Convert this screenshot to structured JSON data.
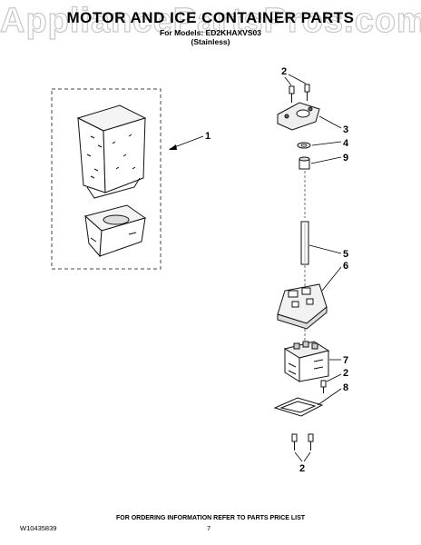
{
  "watermark": "AppliancePartsPros.com",
  "title": "MOTOR AND ICE CONTAINER PARTS",
  "model_line": "For Models: ED2KHAXVS03",
  "variant": "(Stainless)",
  "callouts": {
    "c1": "1",
    "c2a": "2",
    "c3": "3",
    "c4": "4",
    "c9": "9",
    "c5": "5",
    "c6": "6",
    "c7": "7",
    "c2b": "2",
    "c8": "8",
    "c2c": "2"
  },
  "footer": {
    "order_info": "FOR ORDERING INFORMATION REFER TO PARTS PRICE LIST",
    "doc_id": "W10435839",
    "page": "7"
  }
}
